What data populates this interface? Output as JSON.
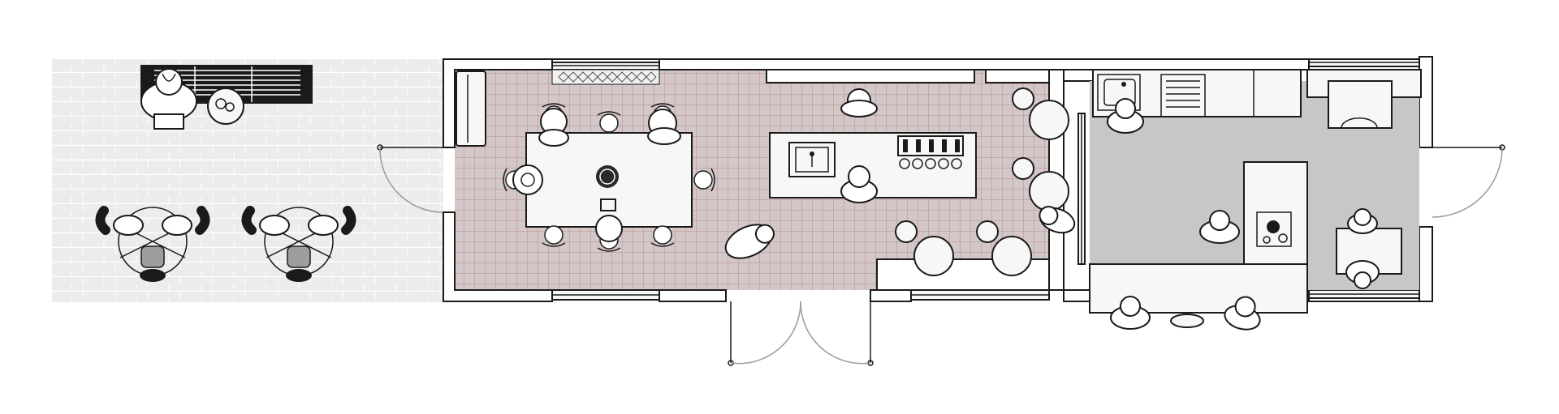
{
  "colors": {
    "deck": "#ececec",
    "deck_board_line": "#ffffff",
    "dining_tile": "#d4c7c7",
    "dining_grout": "#b88e8e",
    "kitchen_floor": "#c8c6c6",
    "wall_fill": "#ffffff",
    "line": "#1a1a1a",
    "door_swing": "#9a9a9a",
    "grill_dark": "#1a1a1a",
    "furniture": "#f7f7f7"
  },
  "zones": [
    {
      "id": "terrace",
      "floor": "deck-boards"
    },
    {
      "id": "dining-living",
      "floor": "tile-grid"
    },
    {
      "id": "kitchen",
      "floor": "solid-grey"
    }
  ],
  "icons": [
    "person-icon",
    "chair-icon",
    "stool-icon",
    "door-icon",
    "window-icon",
    "sink-icon",
    "stove-icon",
    "grill-icon",
    "plant-icon",
    "bicycle-icon",
    "dishwasher-icon"
  ]
}
